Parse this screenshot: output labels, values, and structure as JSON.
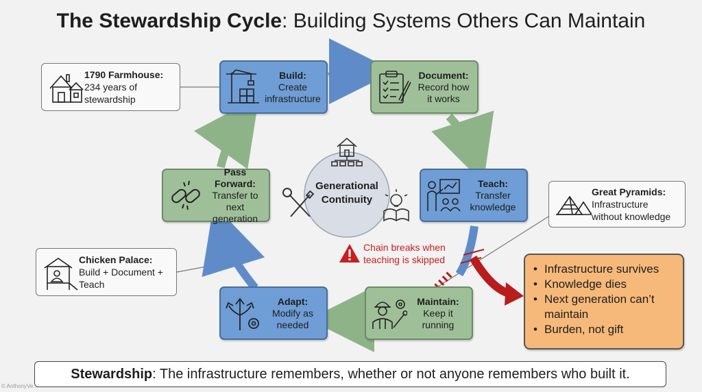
{
  "title": {
    "bold": "The Stewardship Cycle",
    "rest": ": Building Systems Others Can Maintain"
  },
  "center": {
    "line1": "Generational",
    "line2": "Continuity"
  },
  "stages": {
    "build": {
      "title": "Build:",
      "line1": "Create",
      "line2": "infrastructure",
      "color": "#6f9dd6"
    },
    "document": {
      "title": "Document:",
      "line1": "Record how",
      "line2": "it works",
      "color": "#9fbf99"
    },
    "teach": {
      "title": "Teach:",
      "line1": "Transfer",
      "line2": "knowledge",
      "color": "#6f9dd6"
    },
    "maintain": {
      "title": "Maintain:",
      "line1": "Keep it",
      "line2": "running",
      "color": "#9fbf99"
    },
    "adapt": {
      "title": "Adapt:",
      "line1": "Modify as",
      "line2": "needed",
      "color": "#6f9dd6"
    },
    "pass_forward": {
      "title": "Pass Forward:",
      "line1": "Transfer to",
      "line2": "next generation",
      "color": "#9fbf99"
    }
  },
  "callouts": {
    "farmhouse": {
      "title": "1790 Farmhouse:",
      "line1": "234 years of",
      "line2": "stewardship"
    },
    "pyramids": {
      "title": "Great Pyramids:",
      "line1": "Infrastructure",
      "line2": "without knowledge"
    },
    "chicken": {
      "title": "Chicken Palace:",
      "line1": "Build + Document +",
      "line2": "Teach"
    }
  },
  "warning": {
    "line1": "Chain breaks when",
    "line2": "teaching is skipped",
    "color": "#c81e1e"
  },
  "consequences": [
    "Infrastructure survives",
    "Knowledge dies",
    "Next generation can’t maintain",
    "Burden, not gift"
  ],
  "footer": {
    "bold": "Stewardship",
    "rest": ": The infrastructure remembers, whether or not anyone remembers who built it."
  },
  "credit": "© AnthonyVe...",
  "colors": {
    "blue_box": "#6f9dd6",
    "green_box": "#9fbf99",
    "consequence_box": "#f6b97a",
    "break_red": "#b81c1c",
    "center_circle": "#d9dde6"
  }
}
